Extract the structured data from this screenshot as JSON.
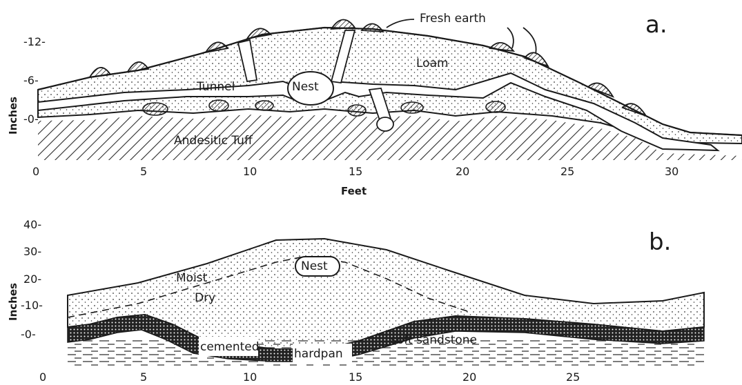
{
  "panel_a": {
    "letter": "a.",
    "labels": {
      "fresh_earth": "Fresh earth",
      "loam": "Loam",
      "tunnel": "Tunnel",
      "nest": "Nest",
      "tuff": "Andesitic  Tuff"
    },
    "y_axis_label": "Inches",
    "y_ticks": [
      "-12-",
      "-6-",
      "-0-"
    ],
    "x_axis_label": "Feet",
    "x_ticks": [
      "0",
      "5",
      "10",
      "15",
      "20",
      "25",
      "30"
    ]
  },
  "panel_b": {
    "letter": "b.",
    "labels": {
      "moist": "Moist",
      "dry": "Dry",
      "nest": "Nest",
      "cemented": "cemented",
      "hardpan": "hardpan",
      "soft_sandstone": "soft  sandstone"
    },
    "y_axis_label": "Inches",
    "y_ticks": [
      "40-",
      "30-",
      "20-",
      "-10-",
      "-0-"
    ],
    "x_ticks": [
      "0",
      "5",
      "10",
      "15",
      "20",
      "25"
    ]
  }
}
